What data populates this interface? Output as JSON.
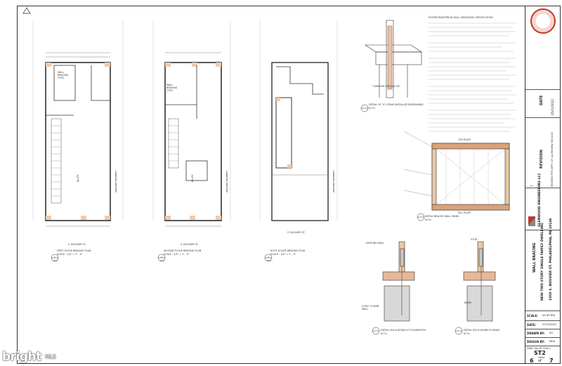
{
  "plans": [
    {
      "title": "FIRST FLOOR BRACING PLAN",
      "scale": "SCALE : 1/4\" = 1' - 0\"",
      "street": "S. BOUVIER ST.",
      "num": "1",
      "sheet": "ST2"
    },
    {
      "title": "SECOND FLOOR BRACING PLAN",
      "scale": "SCALE : 1/4\" = 1' - 0\"",
      "street": "S. BOUVIER ST.",
      "num": "2",
      "sheet": "ST2"
    },
    {
      "title": "ROOF HOUSE BRACING PLAN",
      "scale": "SCALE : 1/4\" = 1' - 0\"",
      "street": "S. BOUVIER ST.",
      "num": "3",
      "sheet": "ST2"
    }
  ],
  "labels": {
    "alley": "ALLEY",
    "adjacent": "ADJACENT PROPERTY",
    "wall_bracing": "WALL BRACING (TYP.)",
    "detail_a": "DETAIL OF \"A\" STRAP INSTALLATION/FRAMING",
    "detail_b": "DETAIL BRACED WALL PANEL",
    "detail_c": "DETAIL HOLD-DOWN AT FOUNDATION",
    "detail_d": "DETAIL HOLD-DOWN AT BEAM",
    "nts": "N.T.S.",
    "spec_title": "EXTERIOR/INTERIOR WALL SHEATHING SPECIFICATION",
    "top_plate": "TOP PLATE",
    "sill_plate": "SILL PLATE",
    "simpson_strong_tie": "\"SIMPSON STRONG-TIE\"",
    "existing_wall": "EXISTING WALL",
    "beam": "BEAM",
    "stud": "STUD",
    "conc_found": "CONC. FOUND. WALL"
  },
  "title_block": {
    "date_hdr": "DATE",
    "date_val": "05/12/2022",
    "rev_hdr": "REVISION",
    "rev_no": "1",
    "rev_text": "REVISED PER DEPT. OF L&I REVIEW 05/12/22",
    "firm": "GLENWOOD ENGINEERING LLC",
    "drawing_title": "WALL BRACING",
    "project": "NEW TWO STORY SINGLE FAMILY DWELLING",
    "address": "1509 S. BOUVIER ST. PHILADELPHIA, PA 19146",
    "scale_lbl": "SCALE:",
    "scale_val": "AS NOTED",
    "date_lbl": "DATE:",
    "date2": "07/19/2022",
    "drawn_lbl": "DRAWN BY:",
    "drawn_val": "SH",
    "design_lbl": "DESIGN BY:",
    "design_val": "MHA",
    "dwg_lbl": "DWG. No.",
    "dwg_val": "6772021",
    "sheet_id": "ST2",
    "sheet_lbl": "SHEET",
    "sheet_no": "6",
    "sheet_of": "of",
    "sheet_total": "7"
  },
  "watermark": {
    "brand": "bright",
    "suffix": "MLS"
  }
}
